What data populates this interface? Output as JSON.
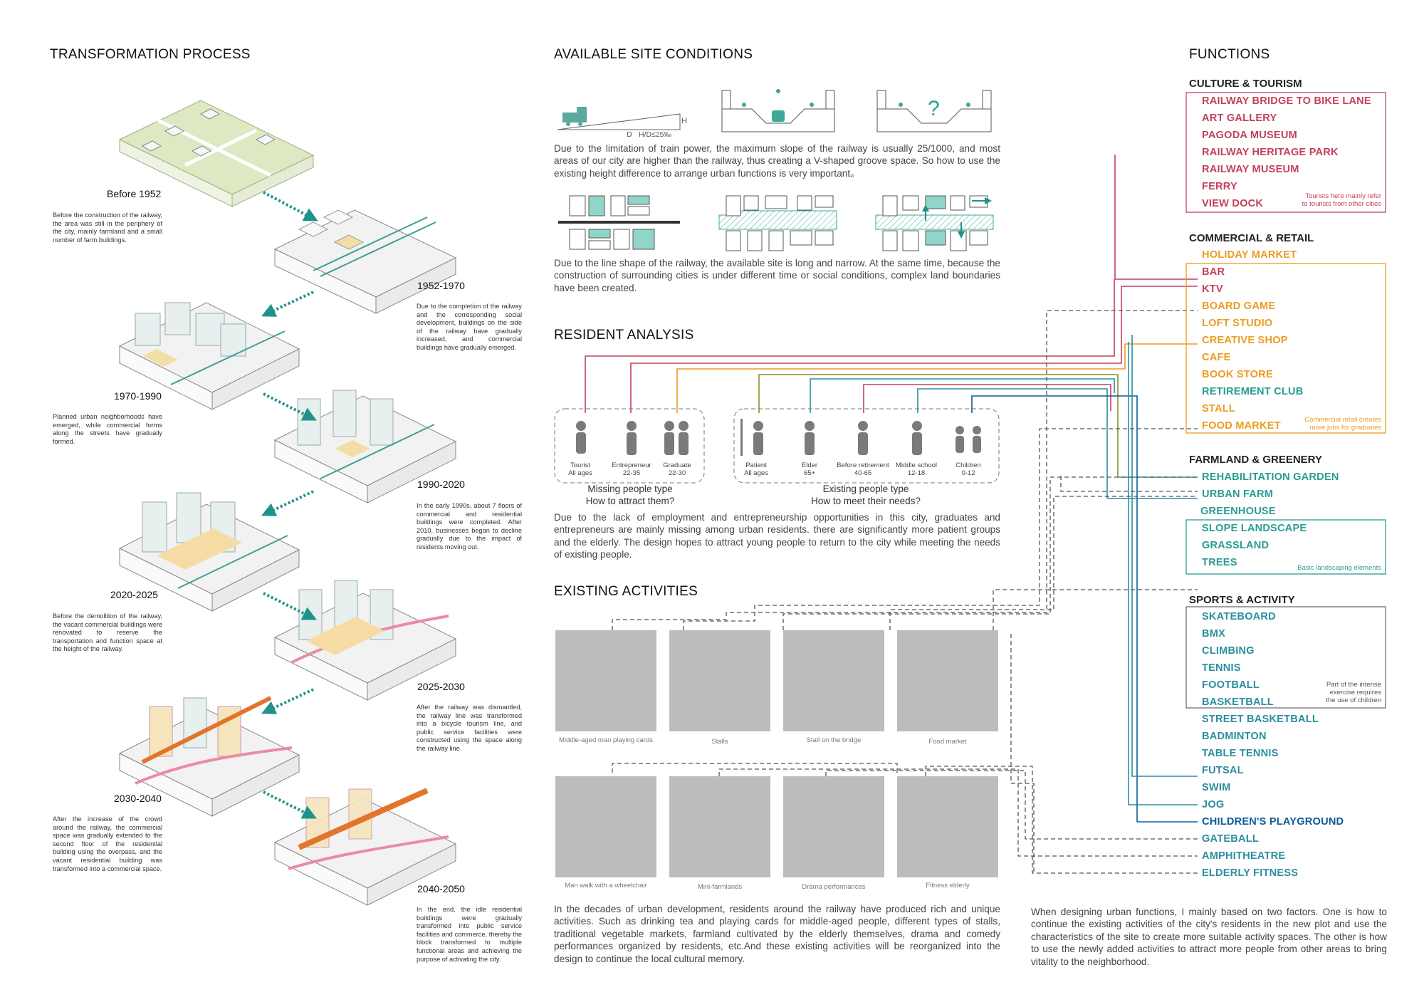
{
  "colors": {
    "culture": "#c3415d",
    "commercial": "#ec9c22",
    "farm": "#2a9d92",
    "sports": "#2a8fa0",
    "sports_alt": "#0e5c9b",
    "olive": "#8a8f27",
    "dashed": "#555555",
    "arrow": "#1f9389",
    "green": "#dce9c2",
    "teal_fill": "#8fd6c9",
    "orange_band": "#e2752b",
    "pink_path": "#e98ca3"
  },
  "transformation": {
    "title": "TRANSFORMATION PROCESS",
    "stages": [
      {
        "year": "Before 1952",
        "text": "Before the construction of the railway, the area was still in the periphery of the city, mainly farmland and a small number of farm buildings."
      },
      {
        "year": "1952-1970",
        "text": "Due to the completion of the railway and the corresponding social development, buildings on the side of the railway have gradually increased, and commercial buildings have gradually emerged."
      },
      {
        "year": "1970-1990",
        "text": "Planned urban neighborhoods have emerged, while commercial forms along the streets have gradually formed."
      },
      {
        "year": "1990-2020",
        "text": "In the early 1990s, about 7 floors of commercial and residential buildings were completed. After 2010, businesses began to decline gradually due to the impact of residents moving out."
      },
      {
        "year": "2020-2025",
        "text": "Before the demolition of the railway, the vacant commercial buildings were renovated to reserve the transportation and function space at the height of the railway."
      },
      {
        "year": "2025-2030",
        "text": "After the railway was dismantled, the railway line was transformed into a bicycle tourism line, and public service facilities were constructed using the space along the railway line."
      },
      {
        "year": "2030-2040",
        "text": "After the increase of the crowd around the railway, the commercial space was gradually extended to the second floor of the residential building using the overpass, and the vacant residential building was transformed into a commercial space."
      },
      {
        "year": "2040-2050",
        "text": "In the end, the idle residential buildings were gradually transformed into public service facilities and commerce, thereby the block transformed to multiple functional areas and achieving the purpose of activating the city."
      }
    ]
  },
  "site": {
    "title": "AVAILABLE SITE CONDITIONS",
    "slope_label_h": "H",
    "slope_label_d": "D",
    "slope_formula": "H/D≤25‰",
    "question_mark": "?",
    "text1": "Due to the limitation of train power, the maximum slope of the railway is usually 25/1000, and most areas of our city are higher than the railway, thus creating a V-shaped groove space. So how to use the existing height difference to arrange urban functions is very important。",
    "text2": "Due to the line shape of the railway, the available site is long and narrow. At the same time, because the construction of surrounding cities is under different time or social conditions, complex land boundaries have been created."
  },
  "resident": {
    "title": "RESIDENT ANALYSIS",
    "missing": [
      {
        "label": "Tourist",
        "sub": "All ages"
      },
      {
        "label": "Entrepreneur",
        "sub": "22-35"
      },
      {
        "label": "Graduate",
        "sub": "22-30"
      }
    ],
    "existing": [
      {
        "label": "Patient",
        "sub": "All ages"
      },
      {
        "label": "Elder",
        "sub": "65+"
      },
      {
        "label": "Before retirement",
        "sub": "40-65"
      },
      {
        "label": "Middle school",
        "sub": "12-18"
      },
      {
        "label": "Children",
        "sub": "0-12"
      }
    ],
    "missing_q1": "Missing people type",
    "missing_q2": "How to attract them?",
    "existing_q1": "Existing people type",
    "existing_q2": "How to meet their needs?",
    "text": "Due to the lack of employment and entrepreneurship opportunities in this city, graduates and entrepreneurs are mainly missing among urban residents. there are significantly more patient groups and the elderly. The design hopes to attract young people to return to the city while meeting the needs of existing people."
  },
  "activities": {
    "title": "EXISTING ACTIVITIES",
    "photos": [
      "Middle-aged man playing cards",
      "Stalls",
      "Stall on the bridge",
      "Food market",
      "Man walk with a wheelchair",
      "Mini-farmlands",
      "Drama performances",
      "Fitness elderly"
    ],
    "text": "In the decades of urban development, residents around the railway have produced rich and unique activities. Such as drinking tea and playing cards for middle-aged people, different types of stalls, traditional vegetable markets, farmland cultivated by the elderly themselves, drama and comedy performances organized by residents, etc.And these existing activities will be reorganized into the design to continue the local cultural memory."
  },
  "functions": {
    "title": "FUNCTIONS",
    "groups": [
      {
        "name": "CULTURE & TOURISM",
        "note": "Tourists here mainly refer to tourists from other cities",
        "items": [
          "RAILWAY BRIDGE TO BIKE LANE",
          "ART GALLERY",
          "PAGODA MUSEUM",
          "RAILWAY HERITAGE PARK",
          "RAILWAY MUSEUM",
          "FERRY",
          "VIEW DOCK"
        ]
      },
      {
        "name": "COMMERCIAL & RETAIL",
        "note": "Commercial retail creates more jobs for graduates",
        "items": [
          "HOLIDAY MARKET",
          "BAR",
          "KTV",
          "BOARD GAME",
          "LOFT STUDIO",
          "CREATIVE SHOP",
          "CAFE",
          "BOOK STORE",
          "RETIREMENT CLUB",
          "STALL",
          "FOOD MARKET"
        ]
      },
      {
        "name": "FARMLAND & GREENERY",
        "note": "Basic landscaping elements",
        "items": [
          "REHABILITATION GARDEN",
          "URBAN FARM",
          "GREENHOUSE",
          "SLOPE LANDSCAPE",
          "GRASSLAND",
          "TREES"
        ]
      },
      {
        "name": "SPORTS & ACTIVITY",
        "note": "Part of the intense exercise requires the use of children",
        "items": [
          "SKATEBOARD",
          "BMX",
          "CLIMBING",
          "TENNIS",
          "FOOTBALL",
          "BASKETBALL",
          "STREET BASKETBALL",
          "BADMINTON",
          "TABLE TENNIS",
          "FUTSAL",
          "SWIM",
          "JOG",
          "CHILDREN'S PLAYGROUND",
          "GATEBALL",
          "AMPHITHEATRE",
          "ELDERLY FITNESS"
        ]
      }
    ],
    "conclusion": "When designing urban functions, I mainly based on two factors. One is how to continue the existing activities of the city's residents in the new plot and use the characteristics of the site to create more suitable activity spaces. The other is how to use the newly added activities to attract more people from other areas to bring vitality to the neighborhood."
  }
}
